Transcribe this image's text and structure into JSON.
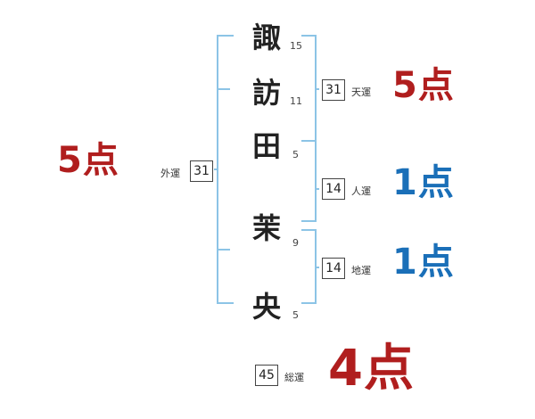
{
  "name_chars": [
    {
      "char": "諏",
      "strokes": "15"
    },
    {
      "char": "訪",
      "strokes": "11"
    },
    {
      "char": "田",
      "strokes": "5"
    },
    {
      "char": "茉",
      "strokes": "9"
    },
    {
      "char": "央",
      "strokes": "5"
    }
  ],
  "fortunes": {
    "ten": {
      "label": "天運",
      "value": "31",
      "score": "5点"
    },
    "jin": {
      "label": "人運",
      "value": "14",
      "score": "1点"
    },
    "chi": {
      "label": "地運",
      "value": "14",
      "score": "1点"
    },
    "gai": {
      "label": "外運",
      "value": "31",
      "score": "5点"
    },
    "sou": {
      "label": "総運",
      "value": "45",
      "score": "4点"
    }
  },
  "colors": {
    "bracket": "#8cc4e6",
    "score_good": "#b01e1e",
    "score_low": "#1a6fb8"
  }
}
